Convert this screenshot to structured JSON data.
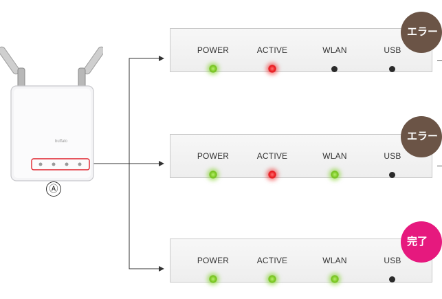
{
  "device": {
    "marker": "Ⓐ",
    "logo": "buffalo"
  },
  "panels": [
    {
      "badge": "エラー",
      "badge_color": "#6b5446",
      "leds": [
        {
          "label": "POWER",
          "state": "green"
        },
        {
          "label": "ACTIVE",
          "state": "red"
        },
        {
          "label": "WLAN",
          "state": "off"
        },
        {
          "label": "USB",
          "state": "off"
        }
      ]
    },
    {
      "badge": "エラー",
      "badge_color": "#6b5446",
      "leds": [
        {
          "label": "POWER",
          "state": "green"
        },
        {
          "label": "ACTIVE",
          "state": "red"
        },
        {
          "label": "WLAN",
          "state": "green"
        },
        {
          "label": "USB",
          "state": "off"
        }
      ]
    },
    {
      "badge": "完了",
      "badge_color": "#e6197e",
      "leds": [
        {
          "label": "POWER",
          "state": "green"
        },
        {
          "label": "ACTIVE",
          "state": "green"
        },
        {
          "label": "WLAN",
          "state": "green"
        },
        {
          "label": "USB",
          "state": "off"
        }
      ]
    }
  ]
}
